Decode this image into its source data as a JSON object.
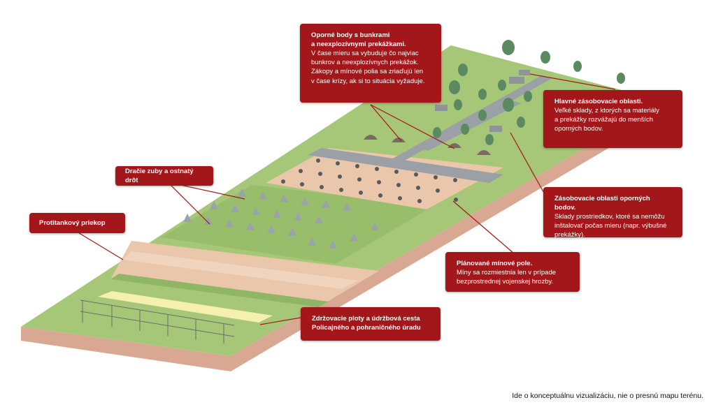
{
  "callouts": {
    "bunkers": {
      "title_line1": "Oporné body s bunkrami",
      "title_line2": "a neexplozívnymi prekážkami.",
      "body_lines": [
        "V čase mieru sa vybuduje čo najviac",
        "bunkrov a neexplozívnych prekážok.",
        "Zákopy a mínové polia sa zriaďujú len",
        "v čase krízy, ak si to situácia vyžaduje."
      ]
    },
    "main_supply": {
      "title": "Hlavné zásobovacie oblasti.",
      "body_lines": [
        "Veľké sklady, z ktorých sa materiály",
        "a prekážky rozvážajú do menších",
        "oporných bodov."
      ]
    },
    "dragon_teeth": {
      "title": "Dračie zuby a ostnatý drôt"
    },
    "antitank": {
      "title": "Protitankový priekop"
    },
    "support_supply": {
      "title": "Zásobovacie oblasti oporných bodov.",
      "body_lines": [
        "Sklady prostriedkov, ktoré sa nemôžu",
        "inštalovať počas mieru (napr. výbušné",
        "prekážky)."
      ]
    },
    "minefield": {
      "title": "Plánované mínové pole.",
      "body_lines": [
        "Míny sa rozmiestnia len v prípade",
        "bezprostrednej vojenskej hrozby."
      ]
    },
    "fences": {
      "title_line1": "Zdržovacie ploty a údržbová cesta",
      "title_line2": "Policajného a pohraničného úradu"
    }
  },
  "footnote": "Ide o konceptuálnu vizualizáciu, nie o presnú mapu terénu.",
  "colors": {
    "callout": "#a3161a",
    "grass": "#a6c777",
    "grass_dark": "#8fb664",
    "earth": "#eac6aa",
    "earth_side": "#d9a892",
    "sand": "#f5efb0",
    "road": "#9aa0a6",
    "mine": "#555b5e",
    "tooth": "#9aa2aa"
  }
}
